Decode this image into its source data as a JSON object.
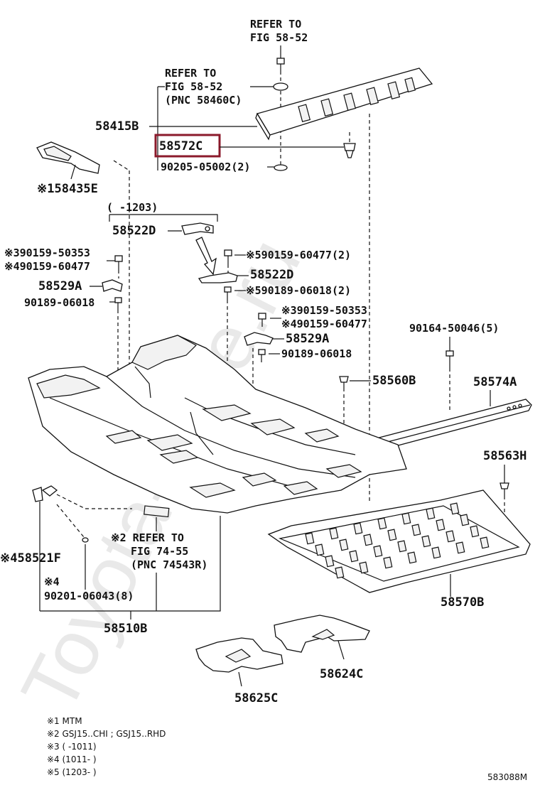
{
  "watermark": "Toyota-Mine.ru",
  "figure_code": "583088M",
  "highlight_part": "58572C",
  "callouts": {
    "refer_top": [
      "REFER TO",
      "FIG 58-52"
    ],
    "refer_mid": [
      "REFER TO",
      "FIG 58-52",
      "(PNC 58460C)"
    ],
    "refer_bottom": [
      "※2 REFER TO",
      "FIG 74-55",
      "(PNC 74543R)"
    ],
    "range_1203": "(    -1203)",
    "p58415B": "58415B",
    "p58572C": "58572C",
    "p90205": "90205-05002(2)",
    "p58435E": "※158435E",
    "p58522D_a": "58522D",
    "p58522D_b": "58522D",
    "p90159_50353_a": "※390159-50353",
    "p90159_60477_a": "※490159-60477",
    "p90159_60477_2": "※590159-60477(2)",
    "p58529A_a": "58529A",
    "p90189_06018_2": "※590189-06018(2)",
    "p90189_06018_a": "90189-06018",
    "p90159_50353_b": "※390159-50353",
    "p90159_60477_b": "※490159-60477",
    "p58529A_b": "58529A",
    "p90189_06018_b": "90189-06018",
    "p90164": "90164-50046(5)",
    "p58560B": "58560B",
    "p58574A": "58574A",
    "p58563H": "58563H",
    "p58521F": "※458521F",
    "p90201_prefix": "※4",
    "p90201": "90201-06043(8)",
    "p58510B": "58510B",
    "p58570B": "58570B",
    "p58624C": "58624C",
    "p58625C": "58625C"
  },
  "notes": [
    "※1 MTM",
    "※2 GSJ15..CHI ; GSJ15..RHD",
    "※3 (      -1011)",
    "※4 (1011-       )",
    "※5 (1203-       )"
  ]
}
